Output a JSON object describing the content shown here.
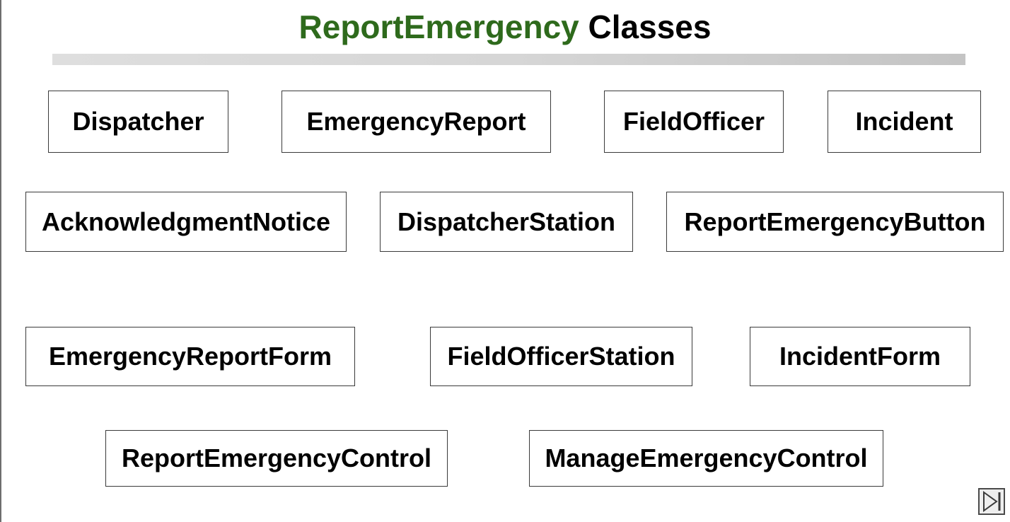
{
  "title": {
    "accent": "ReportEmergency",
    "rest": " Classes"
  },
  "classes": [
    "Dispatcher",
    "EmergencyReport",
    "FieldOfficer",
    "Incident",
    "AcknowledgmentNotice",
    "DispatcherStation",
    "ReportEmergencyButton",
    "EmergencyReportForm",
    "FieldOfficerStation",
    "IncidentForm",
    "ReportEmergencyControl",
    "ManageEmergencyControl"
  ],
  "colors": {
    "title_accent": "#2e6a1c",
    "title_rest": "#000000",
    "box_border": "#3a3a3a"
  },
  "icons": {
    "next": "skip-next-icon"
  }
}
